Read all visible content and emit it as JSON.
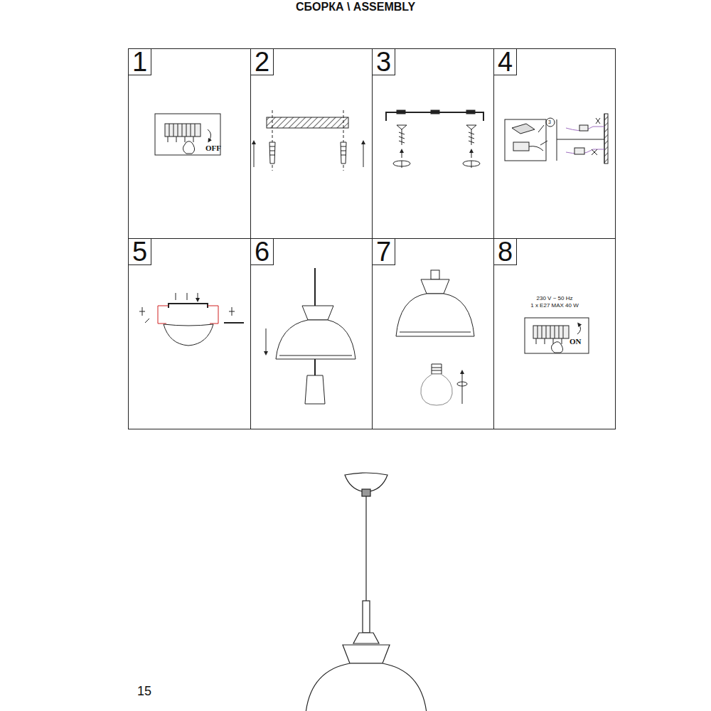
{
  "diagram": {
    "title": "СБОРКА \\ ASSEMBLY",
    "nodes": [
      {
        "text": [
          "1",
          "OFF"
        ]
      },
      {
        "text": [
          "2"
        ]
      },
      {
        "text": [
          "3"
        ]
      },
      {
        "text": [
          "4",
          "3"
        ]
      },
      {
        "text": [
          "5"
        ]
      },
      {
        "text": [
          "6"
        ]
      },
      {
        "text": [
          "7"
        ]
      },
      {
        "text": [
          "8",
          "230 V ~ 50 Hz",
          "1 x E27 MAX 40 W",
          "ON"
        ]
      }
    ],
    "labels": [
      "15"
    ]
  }
}
